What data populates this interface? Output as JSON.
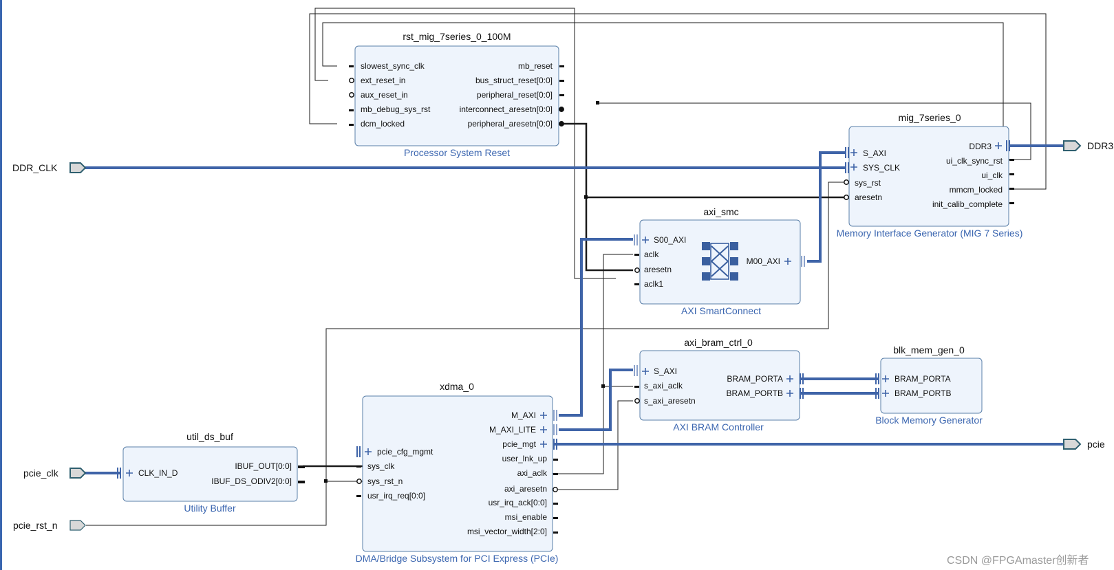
{
  "blocks": {
    "rst": {
      "name": "rst_mig_7series_0_100M",
      "subtitle": "Processor System Reset",
      "left_pins": [
        "slowest_sync_clk",
        "ext_reset_in",
        "aux_reset_in",
        "mb_debug_sys_rst",
        "dcm_locked"
      ],
      "right_pins": [
        "mb_reset",
        "bus_struct_reset[0:0]",
        "peripheral_reset[0:0]",
        "interconnect_aresetn[0:0]",
        "peripheral_aresetn[0:0]"
      ]
    },
    "mig": {
      "name": "mig_7series_0",
      "subtitle": "Memory Interface Generator (MIG 7 Series)",
      "left_pins": [
        "S_AXI",
        "SYS_CLK",
        "sys_rst",
        "aresetn"
      ],
      "right_pins": [
        "DDR3",
        "ui_clk_sync_rst",
        "ui_clk",
        "mmcm_locked",
        "init_calib_complete"
      ]
    },
    "smc": {
      "name": "axi_smc",
      "subtitle": "AXI SmartConnect",
      "left_pins": [
        "S00_AXI",
        "aclk",
        "aresetn",
        "aclk1"
      ],
      "right_pins": [
        "M00_AXI"
      ]
    },
    "bram_ctrl": {
      "name": "axi_bram_ctrl_0",
      "subtitle": "AXI BRAM Controller",
      "left_pins": [
        "S_AXI",
        "s_axi_aclk",
        "s_axi_aresetn"
      ],
      "right_pins": [
        "BRAM_PORTA",
        "BRAM_PORTB"
      ]
    },
    "blk_mem": {
      "name": "blk_mem_gen_0",
      "subtitle": "Block Memory Generator",
      "left_pins": [
        "BRAM_PORTA",
        "BRAM_PORTB"
      ]
    },
    "xdma": {
      "name": "xdma_0",
      "subtitle": "DMA/Bridge Subsystem for PCI Express (PCIe)",
      "left_pins": [
        "pcie_cfg_mgmt",
        "sys_clk",
        "sys_rst_n",
        "usr_irq_req[0:0]"
      ],
      "right_pins": [
        "M_AXI",
        "M_AXI_LITE",
        "pcie_mgt",
        "user_lnk_up",
        "axi_aclk",
        "axi_aresetn",
        "usr_irq_ack[0:0]",
        "msi_enable",
        "msi_vector_width[2:0]"
      ]
    },
    "ds_buf": {
      "name": "util_ds_buf",
      "subtitle": "Utility Buffer",
      "left_pins": [
        "CLK_IN_D"
      ],
      "right_pins": [
        "IBUF_OUT[0:0]",
        "IBUF_DS_ODIV2[0:0]"
      ]
    }
  },
  "ports": {
    "ddr_clk": "DDR_CLK",
    "ddr3": "DDR3",
    "pcie_clk": "pcie_clk",
    "pcie_rst_n": "pcie_rst_n",
    "pcie": "pcie"
  },
  "watermark": "CSDN @FPGAmaster创新者"
}
